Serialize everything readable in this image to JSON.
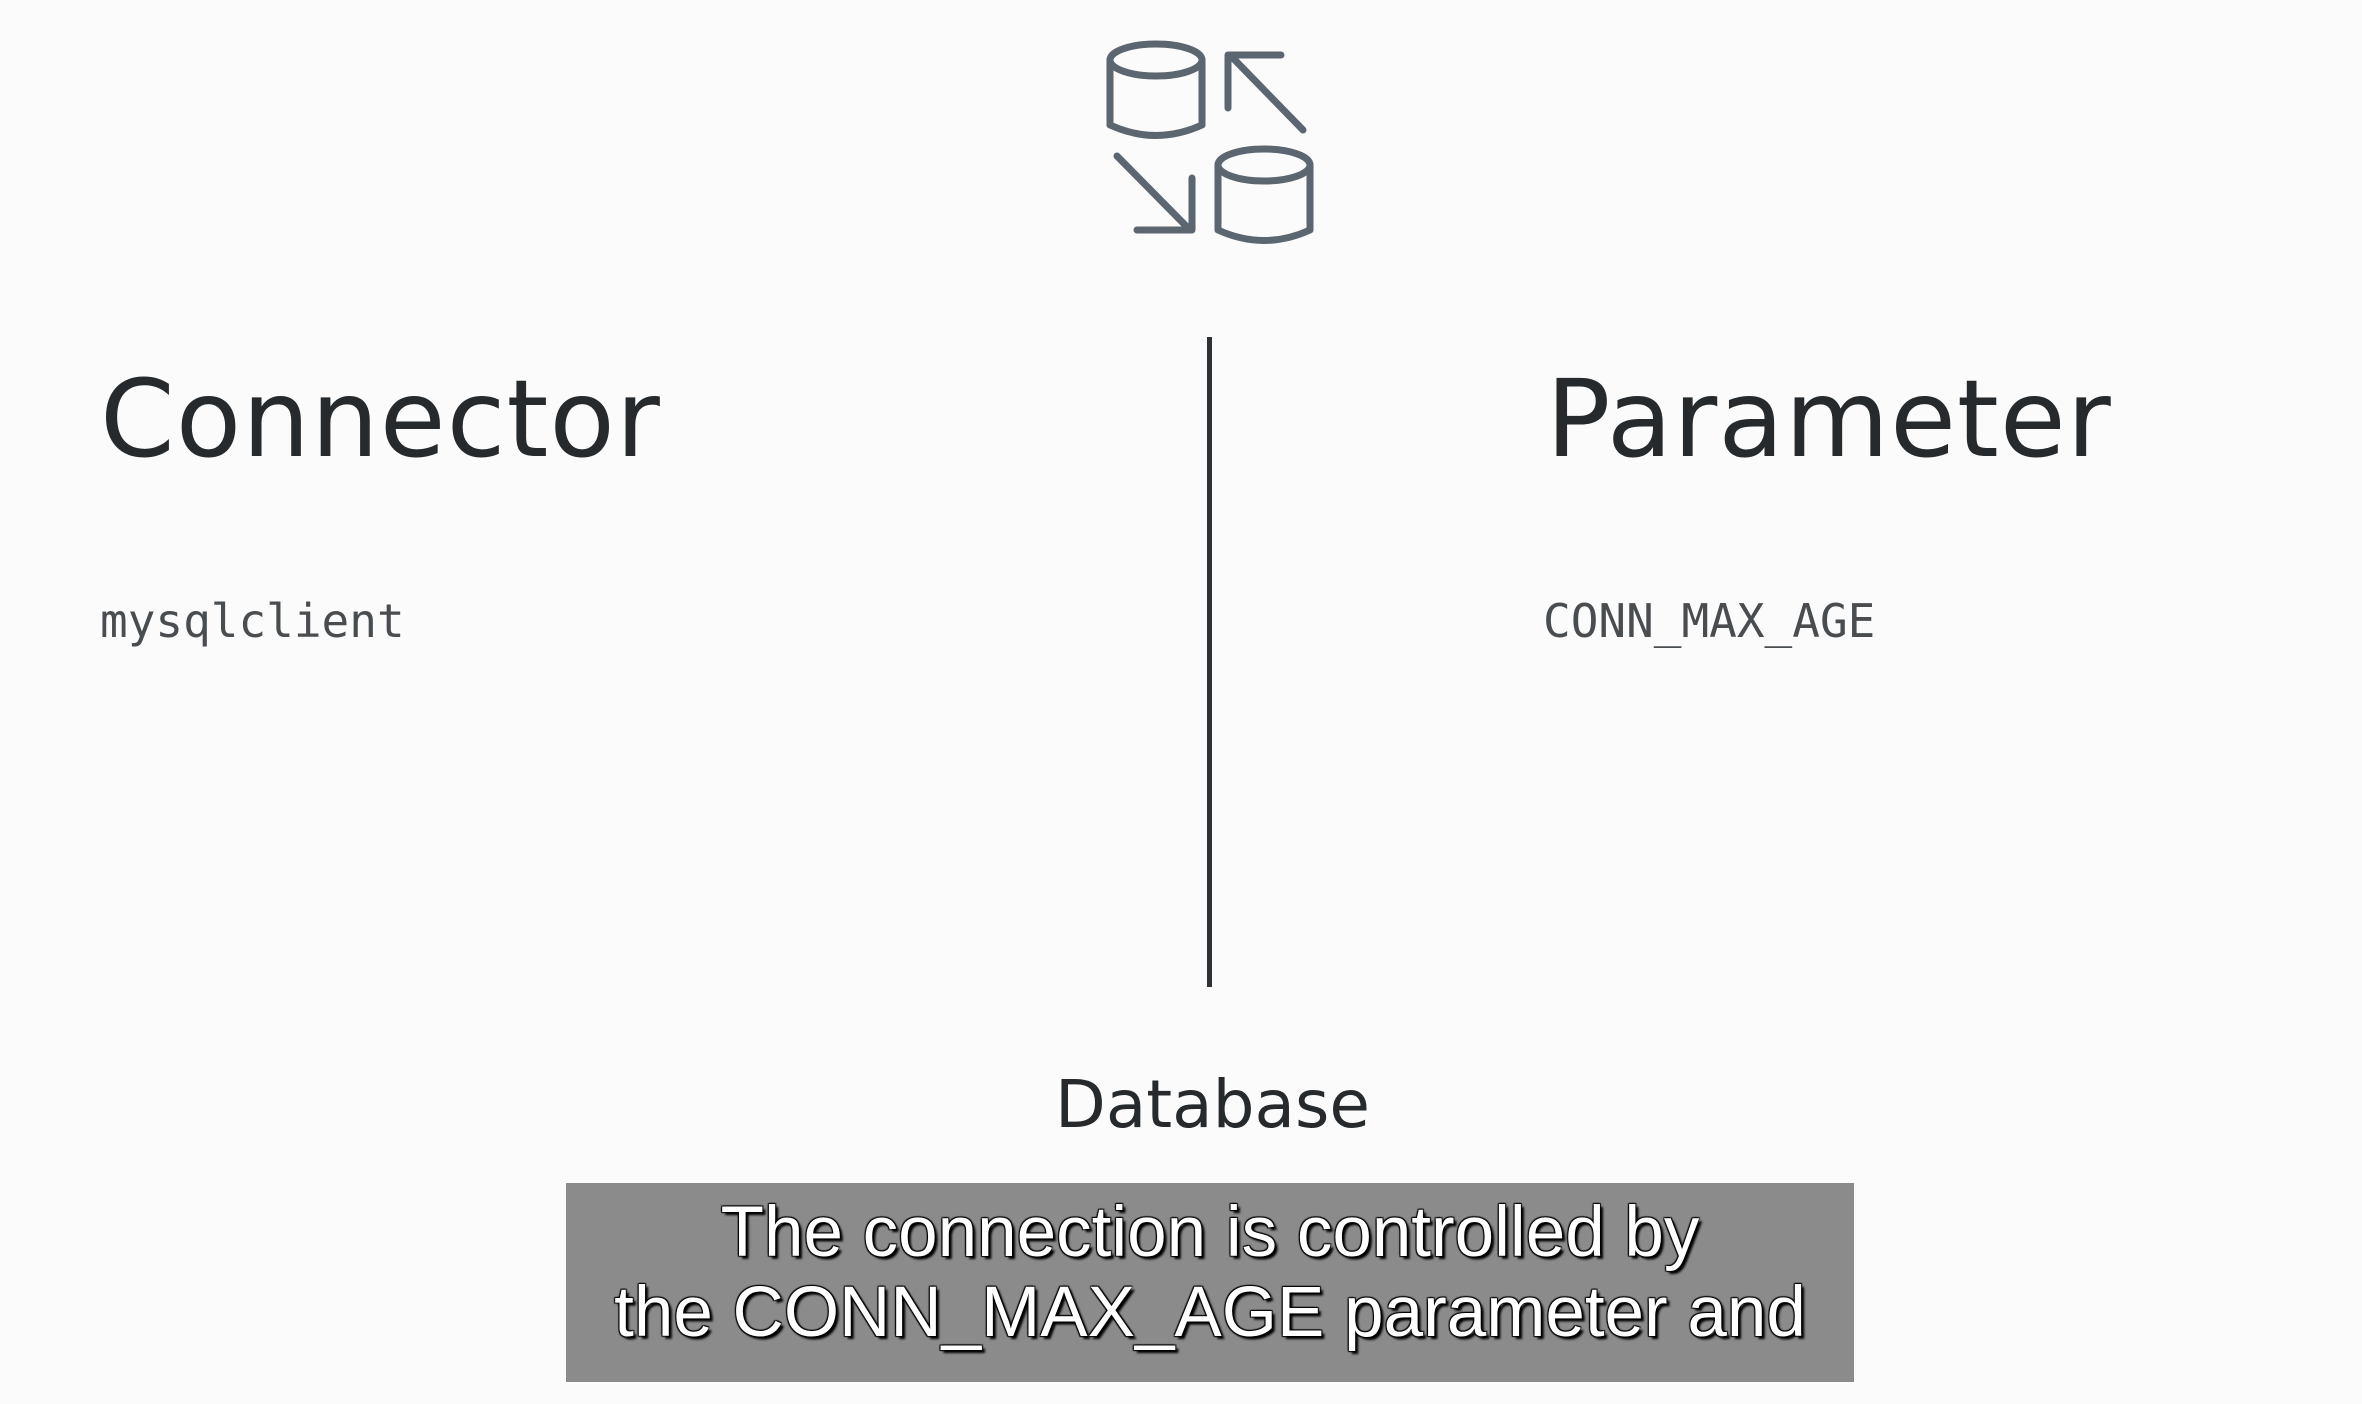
{
  "slide": {
    "icon": "database-sync-icon",
    "left_heading": "Connector",
    "left_code": "mysqlclient",
    "right_heading": "Parameter",
    "right_code": "CONN_MAX_AGE",
    "footer_label": "Database"
  },
  "caption": {
    "line1": "The connection is controlled by",
    "line2": "the CONN_MAX_AGE parameter and"
  },
  "colors": {
    "background": "#fbfbfb",
    "text": "#262a2d",
    "icon_stroke": "#5c6670",
    "caption_background": "#8b8b8b",
    "caption_text": "#ffffff"
  }
}
